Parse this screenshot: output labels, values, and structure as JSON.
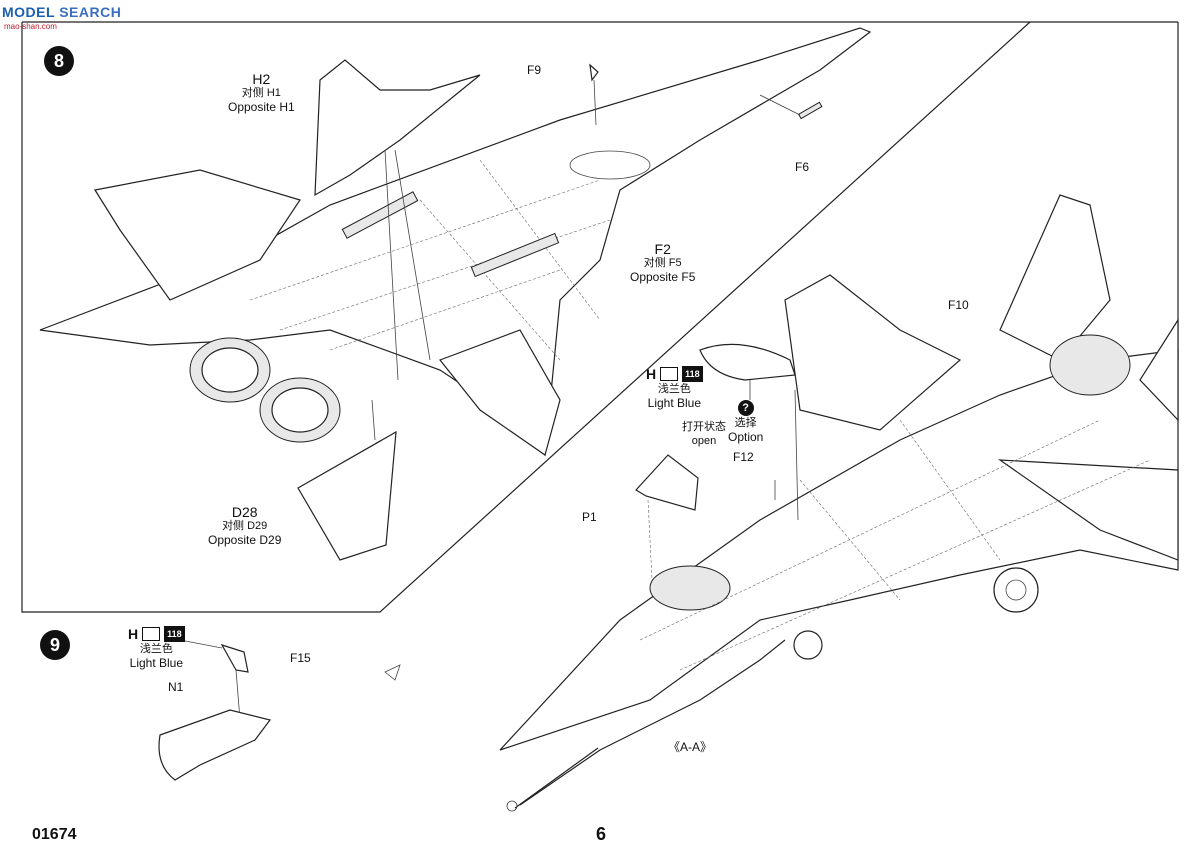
{
  "watermark": {
    "part1": "MODEL",
    "part2": "SEARCH",
    "sub": "mao-shan.com"
  },
  "steps": [
    {
      "number": "8"
    },
    {
      "number": "9"
    }
  ],
  "step8_labels": {
    "h2": {
      "code": "H2",
      "cn": "对侧 H1",
      "en": "Opposite H1"
    },
    "f9": "F9",
    "f6": "F6",
    "f2": {
      "code": "F2",
      "cn": "对侧 F5",
      "en": "Opposite F5"
    },
    "d28": {
      "code": "D28",
      "cn": "对侧 D29",
      "en": "Opposite D29"
    },
    "f10": "F10",
    "color_h": {
      "letter": "H",
      "num": "118",
      "cn": "浅兰色",
      "en": "Light Blue"
    },
    "open": {
      "cn": "打开状态",
      "en": "open"
    },
    "option": {
      "cn": "选择",
      "en": "Option",
      "icon": "?"
    },
    "f12": "F12",
    "p1": "P1"
  },
  "step9_labels": {
    "color_h": {
      "letter": "H",
      "num": "118",
      "cn": "浅兰色",
      "en": "Light Blue"
    },
    "f15": "F15",
    "n1": "N1",
    "section": "《A-A》"
  },
  "footer": {
    "code": "01674",
    "page": "6"
  }
}
